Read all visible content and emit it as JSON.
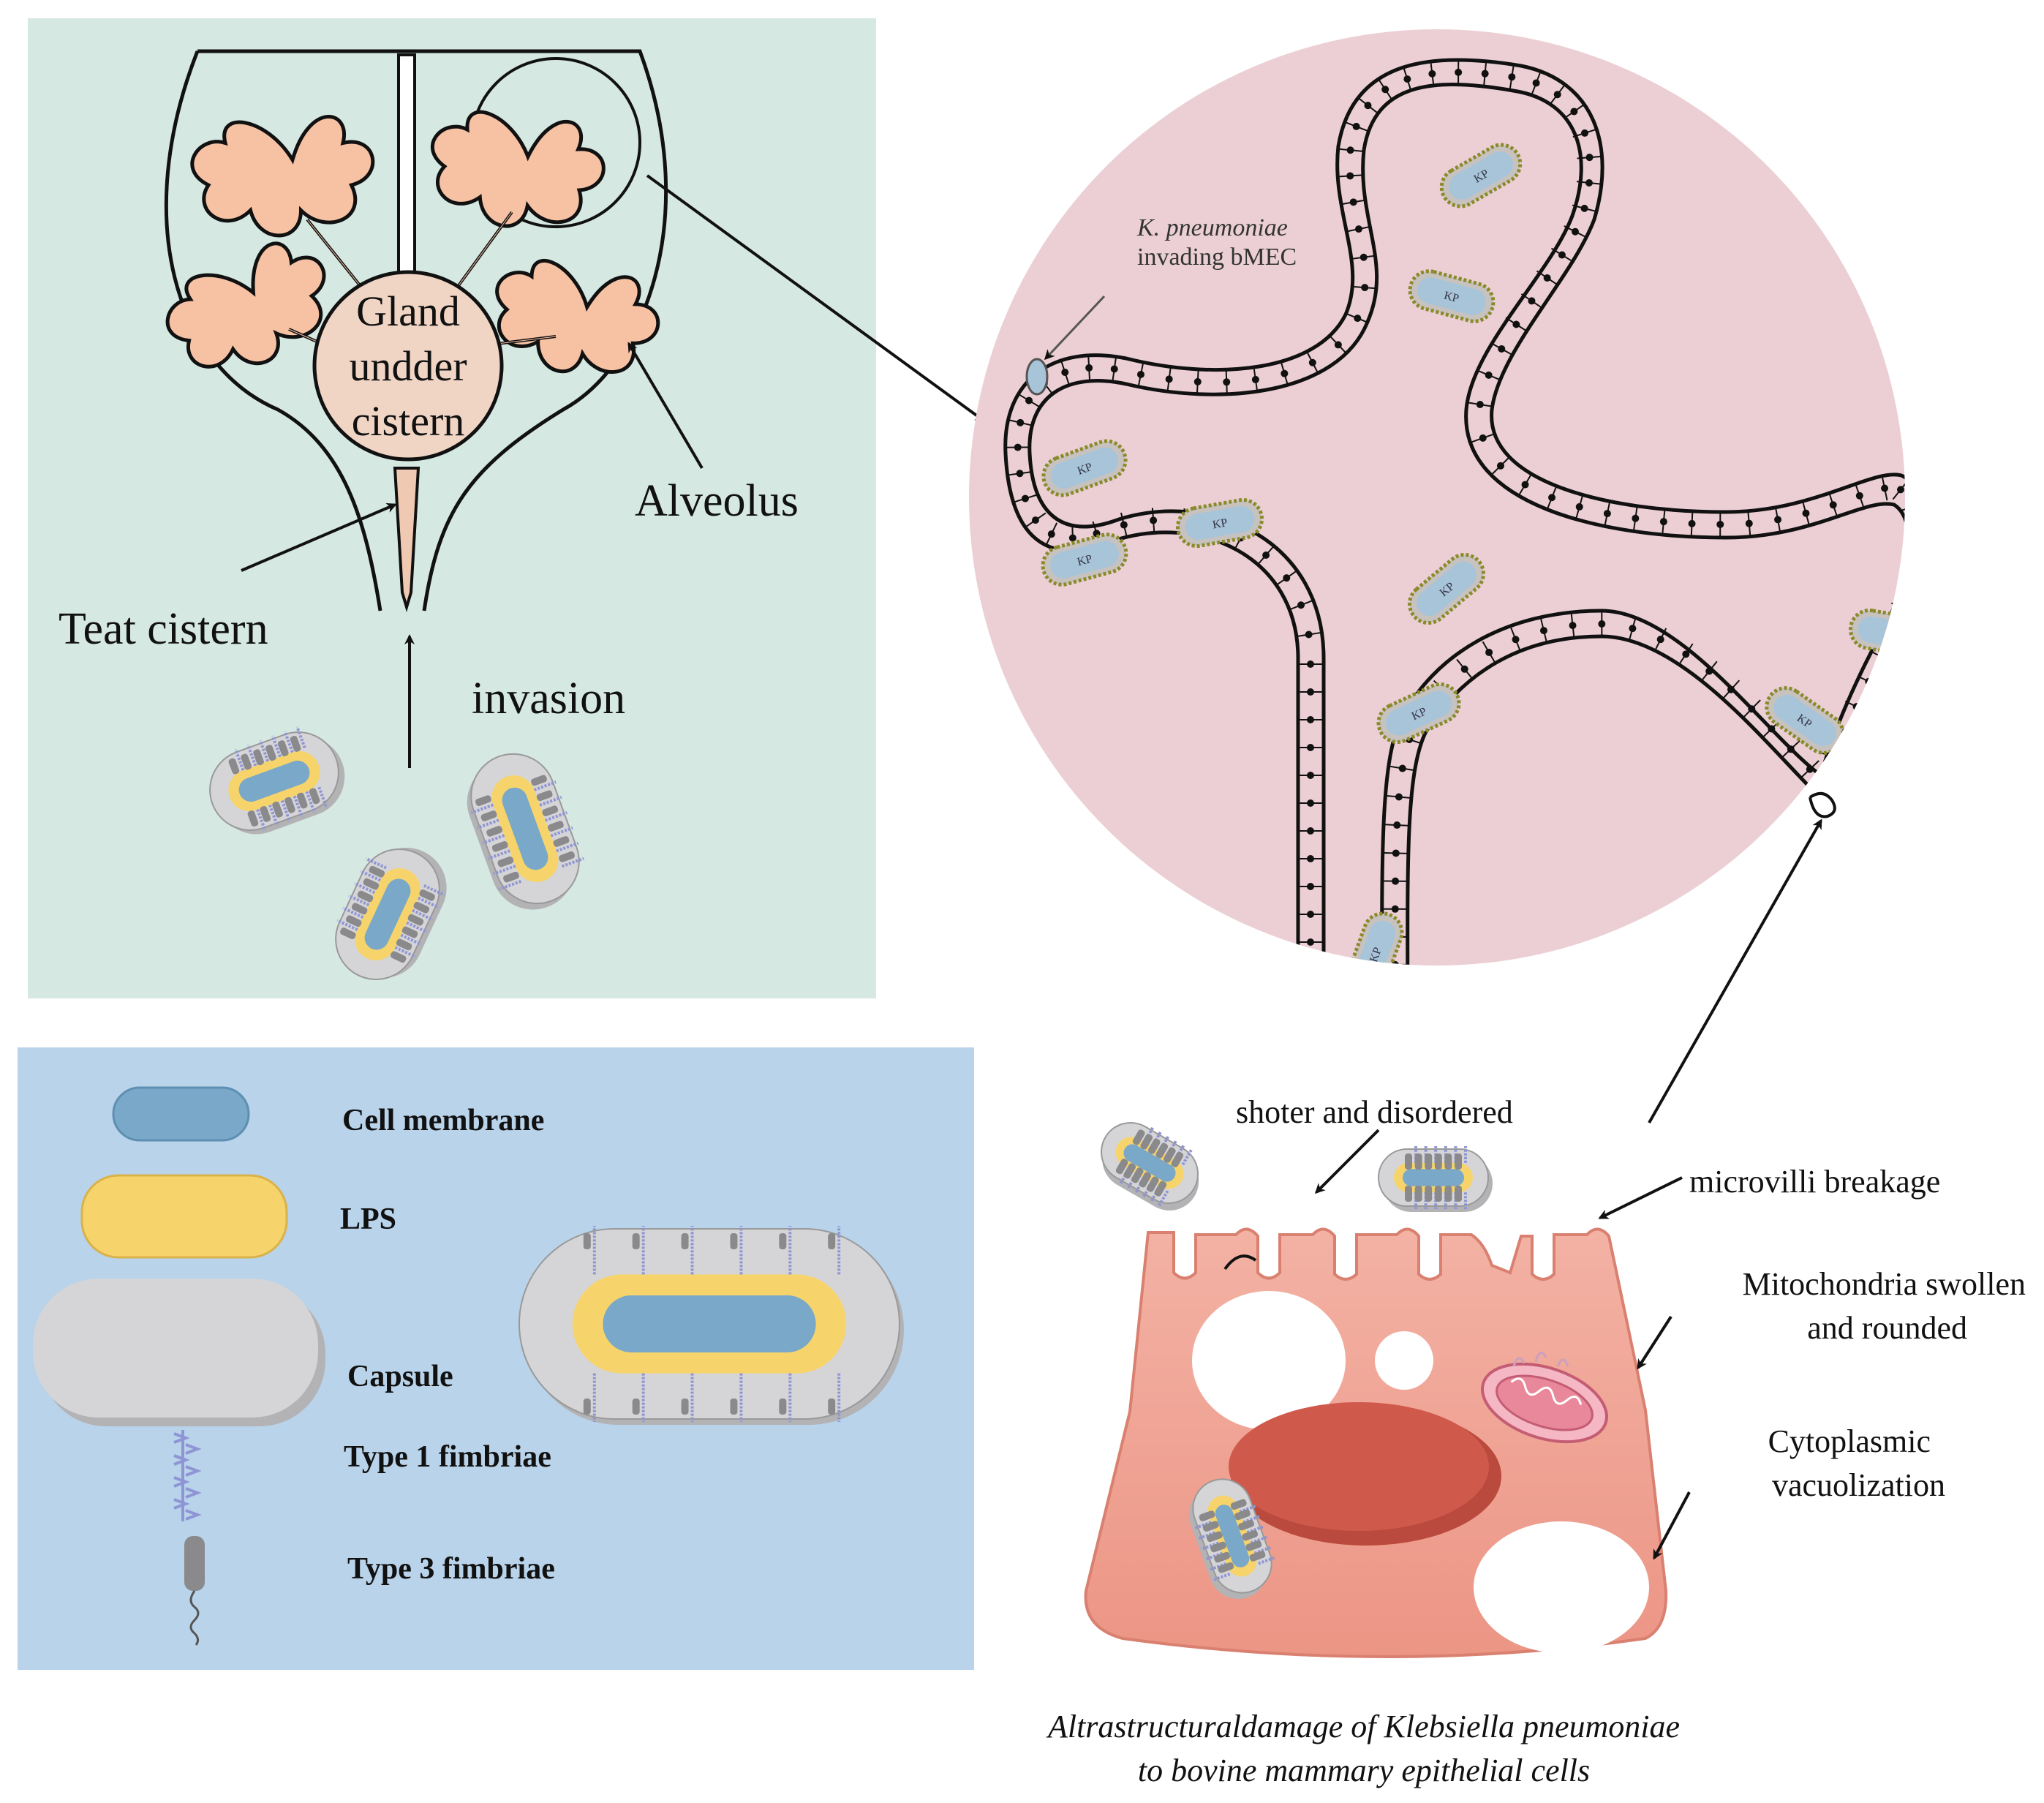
{
  "colors": {
    "udder_panel": "#d5e8e1",
    "legend_panel": "#b9d3ea",
    "alveolus_circle": "#ebcfd4",
    "lobule": "#f7c2a4",
    "cistern": "#f0d5c5",
    "membrane": "#7aa8c8",
    "lps": "#f6d46b",
    "capsule": "#d5d5d7",
    "type3": "#8a8a8c",
    "type1": "#8f95d4",
    "cell": "#efa191",
    "cell_dark": "#e48676",
    "nucleus": "#cf5a4c",
    "mito": "#e8889a"
  },
  "udder": {
    "gland_label": [
      "Gland",
      "undder",
      "cistern"
    ],
    "alveolus_label": "Alveolus",
    "teat_label": "Teat cistern",
    "invasion_label": "invasion"
  },
  "alveolus": {
    "kp_label_line1": "K. pneumoniae",
    "kp_label_line2": "invading bMEC",
    "bacterium_tag": "KP"
  },
  "legend": {
    "cell_membrane": "Cell membrane",
    "lps": "LPS",
    "capsule": "Capsule",
    "type1": "Type 1 fimbriae",
    "type3": "Type 3 fimbriae"
  },
  "cell": {
    "shorter_label": "shoter and disordered",
    "microvilli_label": "microvilli breakage",
    "mito_label": [
      "Mitochondria swollen",
      "and rounded"
    ],
    "vacuole_label": [
      "Cytoplasmic",
      "vacuolization"
    ],
    "caption": [
      "Altrastructuraldamage of Klebsiella pneumoniae",
      "to bovine mammary epithelial cells"
    ]
  }
}
